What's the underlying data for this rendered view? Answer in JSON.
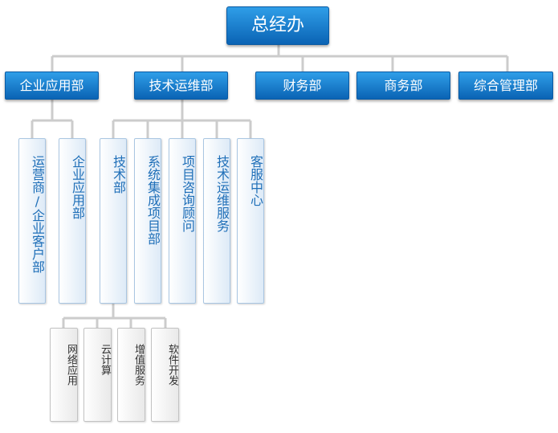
{
  "root": "总经办",
  "departments": [
    "企业应用部",
    "技术运维部",
    "财务部",
    "商务部",
    "综合管理部"
  ],
  "enterprise_subs": [
    "运营商/企业客户部",
    "企业应用部"
  ],
  "tech_ops_subs": [
    "技术部",
    "系统集成项目部",
    "项目咨询顾问",
    "技术运维服务",
    "客服中心"
  ],
  "tech_leaves": [
    "网络应用",
    "云计算",
    "增值服务",
    "软件开发"
  ],
  "colors": {
    "node_blue_top": "#2f9ee8",
    "node_blue_bottom": "#0a63b4",
    "sub_text": "#1f6fb8",
    "connector": "#cccccc"
  }
}
